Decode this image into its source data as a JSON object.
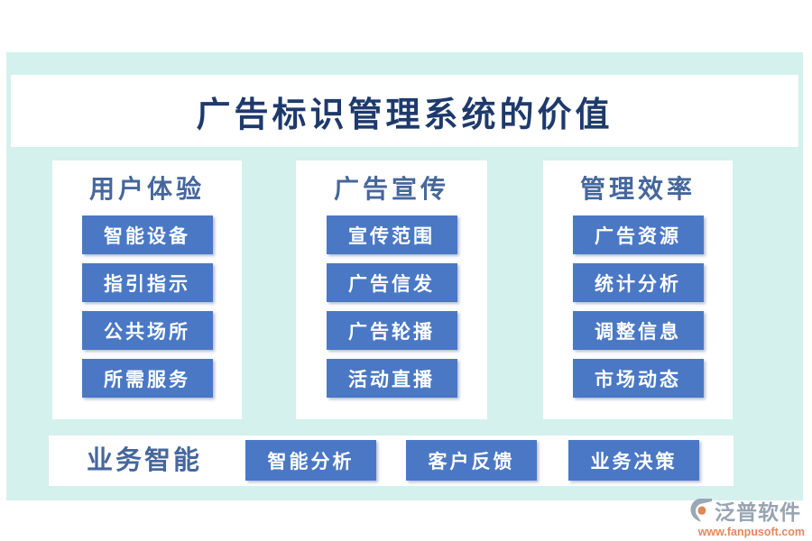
{
  "page": {
    "title": "广告标识管理系统的价值"
  },
  "columns": [
    {
      "header": "用户体验",
      "items": [
        "智能设备",
        "指引指示",
        "公共场所",
        "所需服务"
      ]
    },
    {
      "header": "广告宣传",
      "items": [
        "宣传范围",
        "广告信发",
        "广告轮播",
        "活动直播"
      ]
    },
    {
      "header": "管理效率",
      "items": [
        "广告资源",
        "统计分析",
        "调整信息",
        "市场动态"
      ]
    }
  ],
  "bottom": {
    "header": "业务智能",
    "items": [
      "智能分析",
      "客户反馈",
      "业务决策"
    ]
  },
  "logo": {
    "brand": "泛普软件",
    "url": "www.fanpusoft.com"
  },
  "colors": {
    "panel": "#d4f1ed",
    "box_blue": "#4a78c5",
    "title_text": "#1e3a6c",
    "header_text": "#46679c",
    "logo_gray": "#97a4b2",
    "logo_orange": "#e5875e"
  }
}
